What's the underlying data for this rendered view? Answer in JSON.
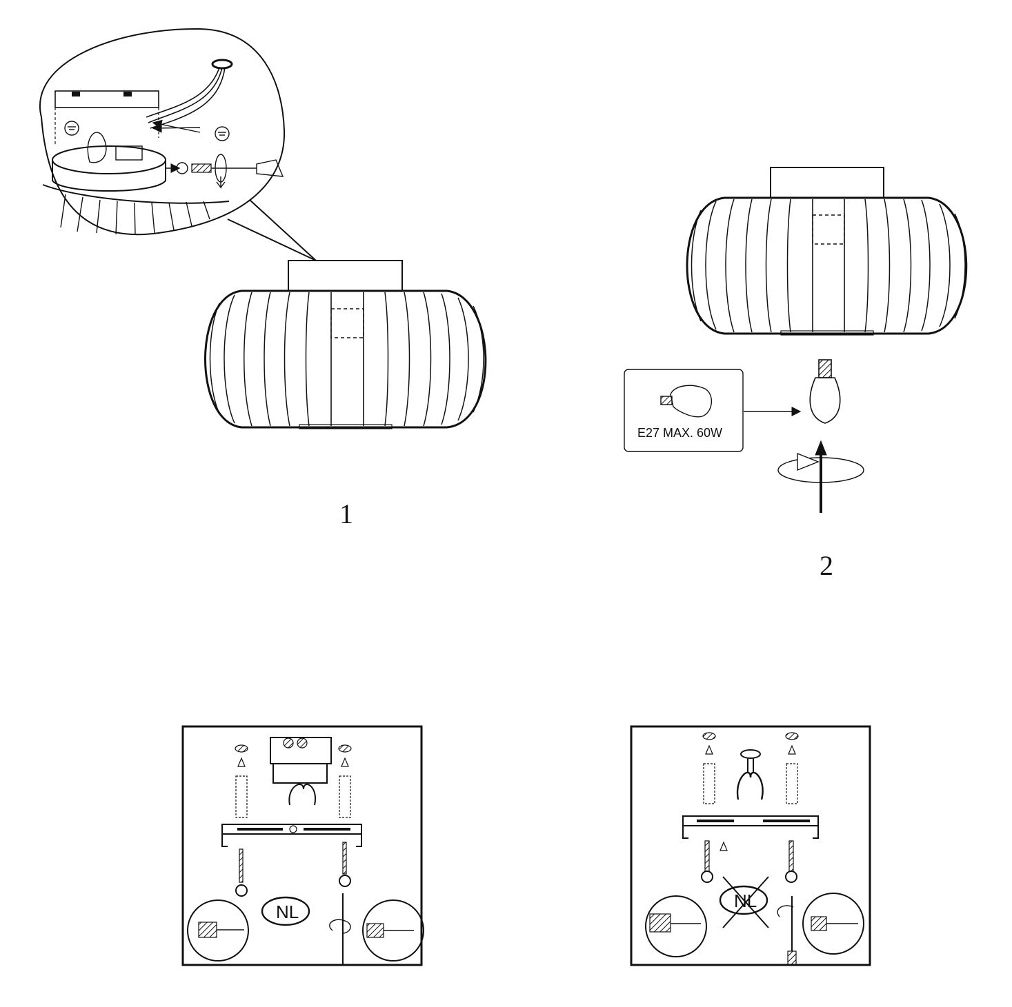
{
  "steps": [
    {
      "number": "1"
    },
    {
      "number": "2"
    }
  ],
  "bulb": {
    "label": "E27  MAX. 60W"
  },
  "panel_left": {
    "badge": "NL"
  },
  "panel_right": {
    "badge": "NL"
  },
  "colors": {
    "ink": "#111111",
    "background": "#ffffff"
  }
}
